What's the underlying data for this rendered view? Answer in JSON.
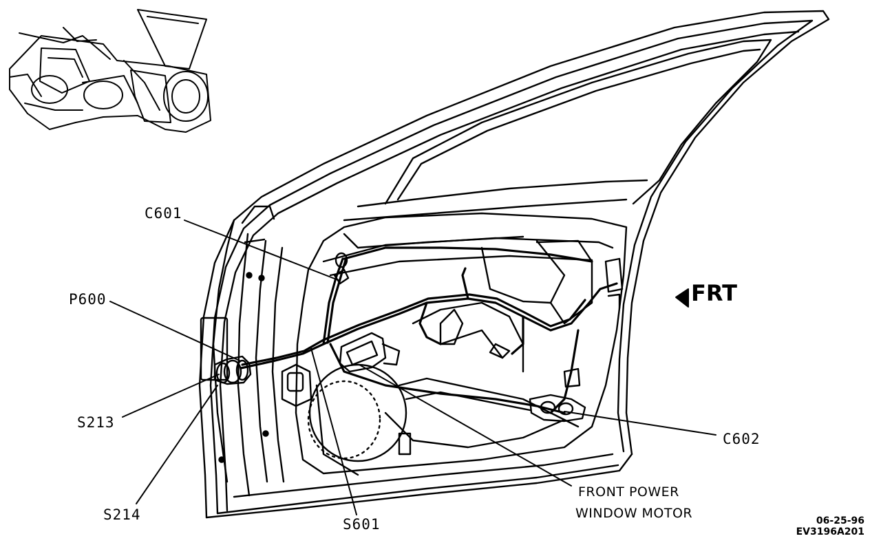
{
  "labels": {
    "c601": "C601",
    "p600": "P600",
    "s213": "S213",
    "s214": "S214",
    "s601": "S601",
    "c602": "C602",
    "motor_line1": "FRONT POWER",
    "motor_line2": "WINDOW MOTOR"
  },
  "direction_indicator": "FRT",
  "date_stamp": "06-25-96",
  "figure_code": "EV3196A201",
  "colors": {
    "ink": "#000000",
    "paper": "#ffffff"
  }
}
